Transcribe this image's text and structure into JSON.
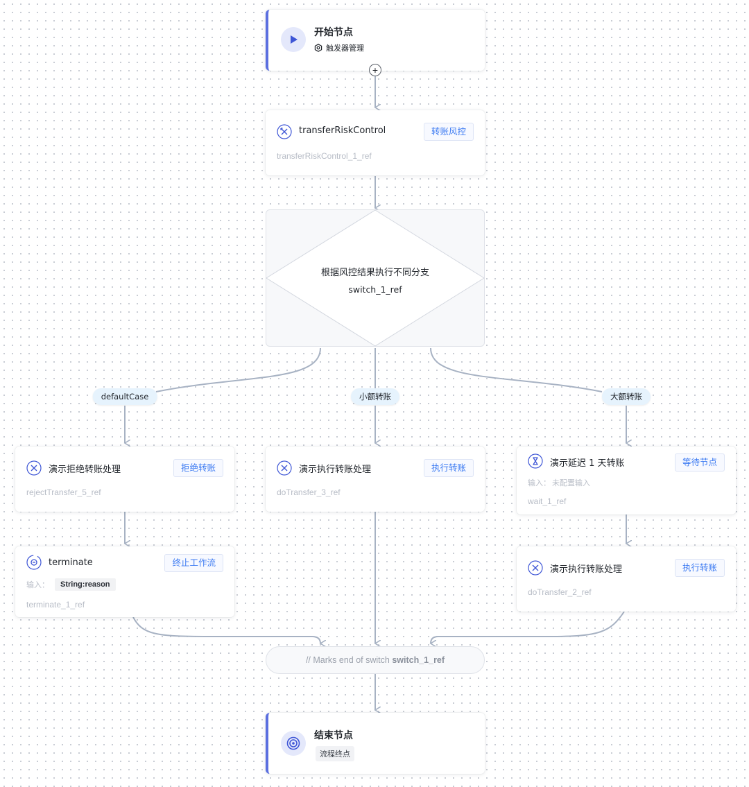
{
  "colors": {
    "accent": "#5b6fe0",
    "edge": "#a7b2c3",
    "badge_text": "#3d7bf2",
    "case_bg": "#e6f3fd"
  },
  "start": {
    "title": "开始节点",
    "subtitle": "触发器管理",
    "icon": "play-icon",
    "sub_icon": "gear-icon"
  },
  "add_button": {
    "icon": "plus-icon",
    "label": "+"
  },
  "risk": {
    "title": "transferRiskControl",
    "badge": "转账风控",
    "ref": "transferRiskControl_1_ref",
    "icon": "tools-icon"
  },
  "switch": {
    "title": "根据风控结果执行不同分支",
    "ref": "switch_1_ref"
  },
  "cases": {
    "default": "defaultCase",
    "small": "小额转账",
    "large": "大额转账"
  },
  "reject": {
    "title": "演示拒绝转账处理",
    "badge": "拒绝转账",
    "ref": "rejectTransfer_5_ref",
    "icon": "tools-icon"
  },
  "do3": {
    "title": "演示执行转账处理",
    "badge": "执行转账",
    "ref": "doTransfer_3_ref",
    "icon": "tools-icon"
  },
  "wait": {
    "title": "演示延迟 1 天转账",
    "badge": "等待节点",
    "input_label": "输入：",
    "input_value": "未配置输入",
    "ref": "wait_1_ref",
    "icon": "hourglass-icon"
  },
  "terminate": {
    "title": "terminate",
    "badge": "终止工作流",
    "input_label": "输入：",
    "input_value": "String:reason",
    "ref": "terminate_1_ref",
    "icon": "terminate-icon"
  },
  "do2": {
    "title": "演示执行转账处理",
    "badge": "执行转账",
    "ref": "doTransfer_2_ref",
    "icon": "tools-icon"
  },
  "join": {
    "prefix": "// Marks end of switch ",
    "ref": "switch_1_ref"
  },
  "end": {
    "title": "结束节点",
    "subtitle": "流程终点",
    "icon": "target-icon"
  }
}
